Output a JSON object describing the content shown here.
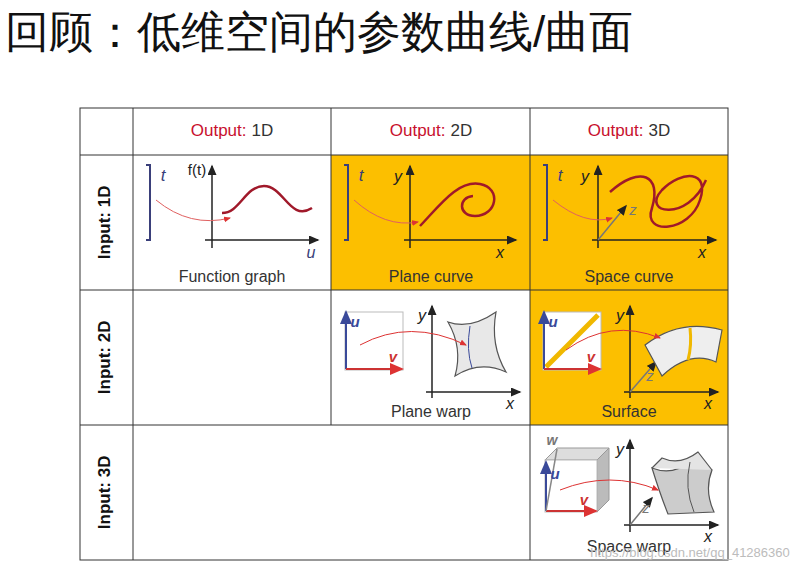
{
  "diagram": {
    "title": "回顾：低维空间的参数曲线/曲面",
    "labels": [
      "Output:",
      "1D",
      "Output:",
      "2D",
      "Output:",
      "3D",
      "Input: 1D",
      "Input: 2D",
      "Input: 3D",
      "t",
      "f(t)",
      "u",
      "Function graph",
      "t",
      "y",
      "x",
      "Plane curve",
      "t",
      "y",
      "z",
      "x",
      "Space curve",
      "u",
      "v",
      "y",
      "x",
      "Plane warp",
      "u",
      "v",
      "y",
      "z",
      "x",
      "Surface",
      "w",
      "u",
      "v",
      "y",
      "z",
      "x",
      "Space warp",
      "https://blog.csdn.net/qq_41286360"
    ]
  }
}
